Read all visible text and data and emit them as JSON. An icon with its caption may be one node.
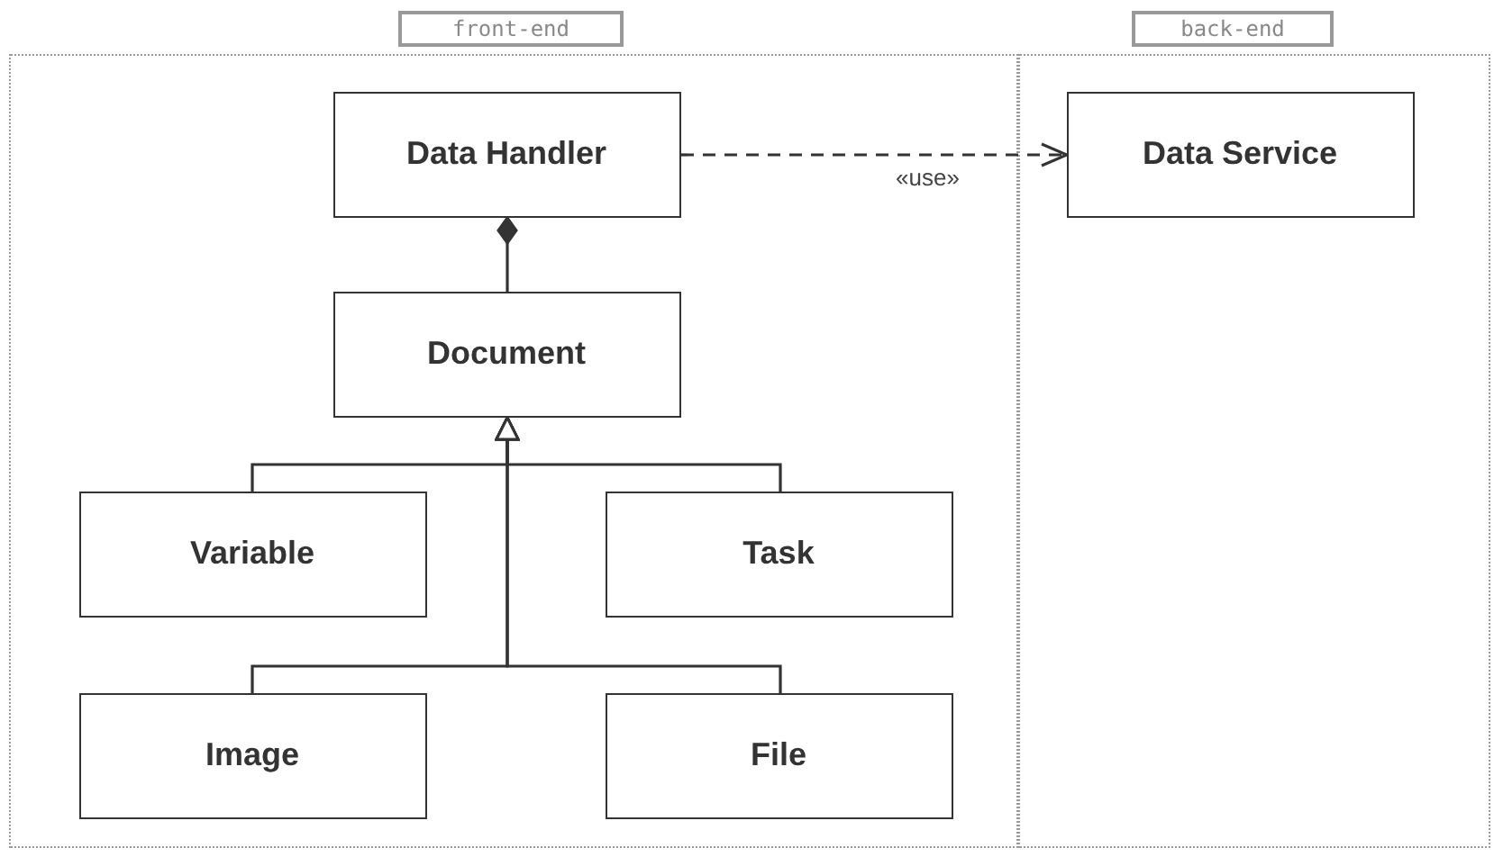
{
  "diagram": {
    "nodes": [
      {
        "text": [
          "front-end"
        ]
      },
      {
        "text": [
          "back-end"
        ]
      },
      {
        "text": [
          "Data Handler"
        ],
        "in": 0
      },
      {
        "text": [
          "Data Service"
        ],
        "in": 1
      },
      {
        "text": [
          "Document"
        ],
        "in": 0
      },
      {
        "text": [
          "Variable"
        ],
        "in": 0
      },
      {
        "text": [
          "Task"
        ],
        "in": 0
      },
      {
        "text": [
          "Image"
        ],
        "in": 0
      },
      {
        "text": [
          "File"
        ],
        "in": 0
      }
    ],
    "edges": [
      {
        "from": 2,
        "to": 3,
        "arrow": "to",
        "label": "«use»",
        "style": "dashed"
      },
      {
        "from": 4,
        "to": 2,
        "arrow": "other"
      },
      {
        "from": 5,
        "to": 4,
        "arrow": "to"
      },
      {
        "from": 6,
        "to": 4,
        "arrow": "to"
      },
      {
        "from": 7,
        "to": 4,
        "arrow": "to"
      },
      {
        "from": 8,
        "to": 4,
        "arrow": "to"
      }
    ]
  }
}
